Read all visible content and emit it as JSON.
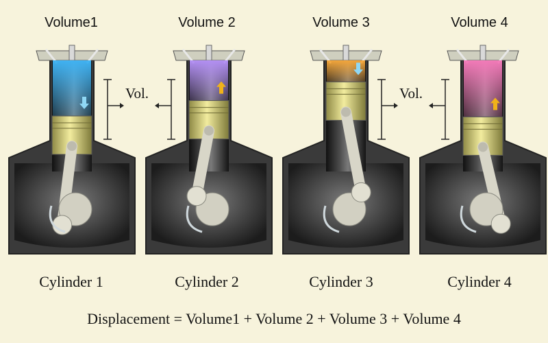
{
  "engines": [
    {
      "volume_label": "Volume1",
      "cylinder_label": "Cylinder 1",
      "gas_color": "#3fb2f2",
      "piston_level": 0.78,
      "crank_angle": 130,
      "direction": "down"
    },
    {
      "volume_label": "Volume 2",
      "cylinder_label": "Cylinder 2",
      "gas_color": "#b28ff2",
      "piston_level": 0.45,
      "crank_angle": 220,
      "direction": "up"
    },
    {
      "volume_label": "Volume 3",
      "cylinder_label": "Cylinder 3",
      "gas_color": "#f2a53a",
      "piston_level": 0.05,
      "crank_angle": 305,
      "direction": "down"
    },
    {
      "volume_label": "Volume 4",
      "cylinder_label": "Cylinder 4",
      "gas_color": "#f27ab8",
      "piston_level": 0.8,
      "crank_angle": 45,
      "direction": "up"
    }
  ],
  "vol_annotation": "Vol.",
  "formula": "Displacement = Volume1 + Volume 2 + Volume 3 + Volume 4",
  "colors": {
    "background": "#f7f3dc",
    "block_dark": "#262626",
    "block_light": "#6a6a6a",
    "piston": "#d9d06a",
    "arrow_down": "#8fd8f5",
    "arrow_up": "#f0b21a"
  }
}
